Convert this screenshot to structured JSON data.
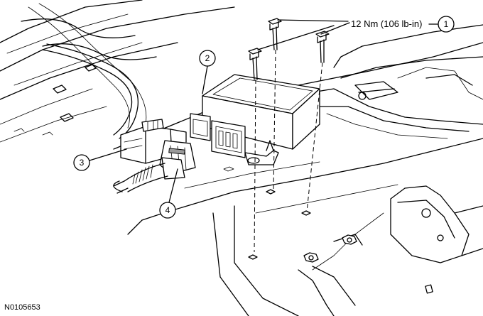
{
  "figure": {
    "id_label": "N0105653",
    "torque_spec": "12 Nm (106 lb-in)"
  },
  "callouts": [
    {
      "number": "1",
      "part": "bolts"
    },
    {
      "number": "2",
      "part": "module"
    },
    {
      "number": "3",
      "part": "connector-a"
    },
    {
      "number": "4",
      "part": "connector-b"
    }
  ]
}
